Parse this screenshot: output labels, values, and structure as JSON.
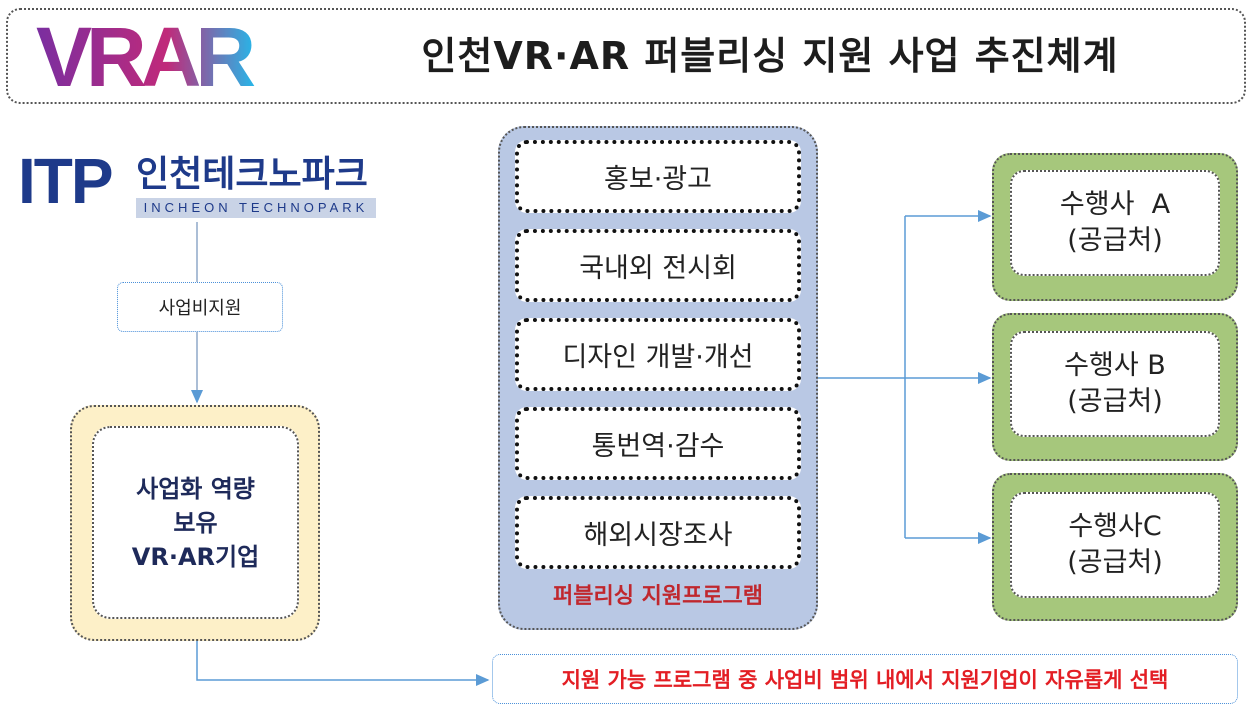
{
  "header": {
    "logo_text": "VRAR",
    "title": "인천VR·AR 퍼블리싱 지원 사업 추진체계"
  },
  "itp": {
    "letters": "ITP",
    "name_ko": "인천테크노파크",
    "name_en": "INCHEON TECHNOPARK"
  },
  "funding_label": "사업비지원",
  "company": {
    "lines": [
      "사업화 역량",
      "보유",
      "VR·AR기업"
    ]
  },
  "program": {
    "items": [
      "홍보·광고",
      "국내외 전시회",
      "디자인 개발·개선",
      "통번역·감수",
      "해외시장조사"
    ],
    "label": "퍼블리싱 지원프로그램"
  },
  "suppliers": [
    {
      "name": "수행사  A",
      "sub": "(공급처)"
    },
    {
      "name": "수행사 B",
      "sub": "(공급처)"
    },
    {
      "name": "수행사C",
      "sub": "(공급처)"
    }
  ],
  "note": "지원 가능 프로그램 중 사업비 범위 내에서 지원기업이 자유롭게 선택",
  "colors": {
    "logo_gradient_start": "#7a2ea0",
    "logo_gradient_end": "#27b6e8",
    "program_panel": "#b9c8e4",
    "program_label": "#c0272d",
    "supplier_outer": "#a6c77c",
    "company_outer": "#fdf0c8",
    "note_text": "#e31e24",
    "connector": "#5b9bd5"
  }
}
